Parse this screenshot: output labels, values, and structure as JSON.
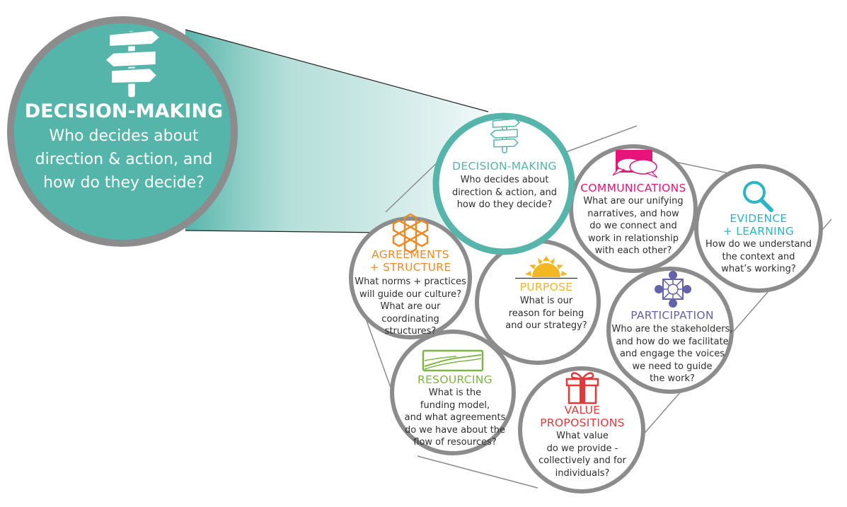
{
  "colors": {
    "teal": "#56b5aa",
    "gray_ring": "#8c8c8c",
    "magenta": "#e6157a",
    "orange": "#ee8a23",
    "yellow": "#f4b724",
    "purple": "#6462a9",
    "green": "#7eb443",
    "red": "#e03a3a",
    "cyan": "#2bb5c5",
    "dark_text": "#2e2e2e"
  },
  "zoom": {
    "title": "DECISION-MAKING",
    "question_lines": [
      "Who decides about",
      "direction & action, and",
      "how do they decide?"
    ],
    "icon": "signpost-icon"
  },
  "circles": {
    "decision": {
      "title_lines": [
        "DECISION-MAKING"
      ],
      "question_lines": [
        "Who decides about",
        "direction & action, and",
        "how do they decide?"
      ],
      "icon": "signpost-icon"
    },
    "communications": {
      "title_lines": [
        "COMMUNICATIONS"
      ],
      "question_lines": [
        "What are our unifying",
        "narratives, and how",
        "do we connect and",
        "work in relationship",
        "with each other?"
      ],
      "icon": "speech-bubbles-icon"
    },
    "evidence": {
      "title_lines": [
        "EVIDENCE",
        "+ LEARNING"
      ],
      "question_lines": [
        "How do we understand",
        "the context and",
        "what’s working?"
      ],
      "icon": "magnifier-icon"
    },
    "agreements": {
      "title_lines": [
        "AGREEMENTS",
        "+ STRUCTURE"
      ],
      "question_lines": [
        "What norms + practices",
        "will guide our culture?",
        "What are our",
        "coordinating",
        "structures?"
      ],
      "icon": "hexagon-network-icon"
    },
    "purpose": {
      "title_lines": [
        "PURPOSE"
      ],
      "question_lines": [
        "What is our",
        "reason for being",
        "and our strategy?"
      ],
      "icon": "sunrise-icon"
    },
    "participation": {
      "title_lines": [
        "PARTICIPATION"
      ],
      "question_lines": [
        "Who are the stakeholders,",
        "and how do we facilitate",
        "and engage the voices",
        "we need to guide",
        "the work?"
      ],
      "icon": "connected-nodes-icon"
    },
    "resourcing": {
      "title_lines": [
        "RESOURCING"
      ],
      "question_lines": [
        "What is the",
        "funding model,",
        "and what agreements",
        "do we have about the",
        "flow of resources?"
      ],
      "icon": "river-landscape-icon"
    },
    "value": {
      "title_lines": [
        "VALUE",
        "PROPOSITIONS"
      ],
      "question_lines": [
        "What value",
        "do we provide -",
        "collectively and for",
        "individuals?"
      ],
      "icon": "gift-icon"
    }
  }
}
